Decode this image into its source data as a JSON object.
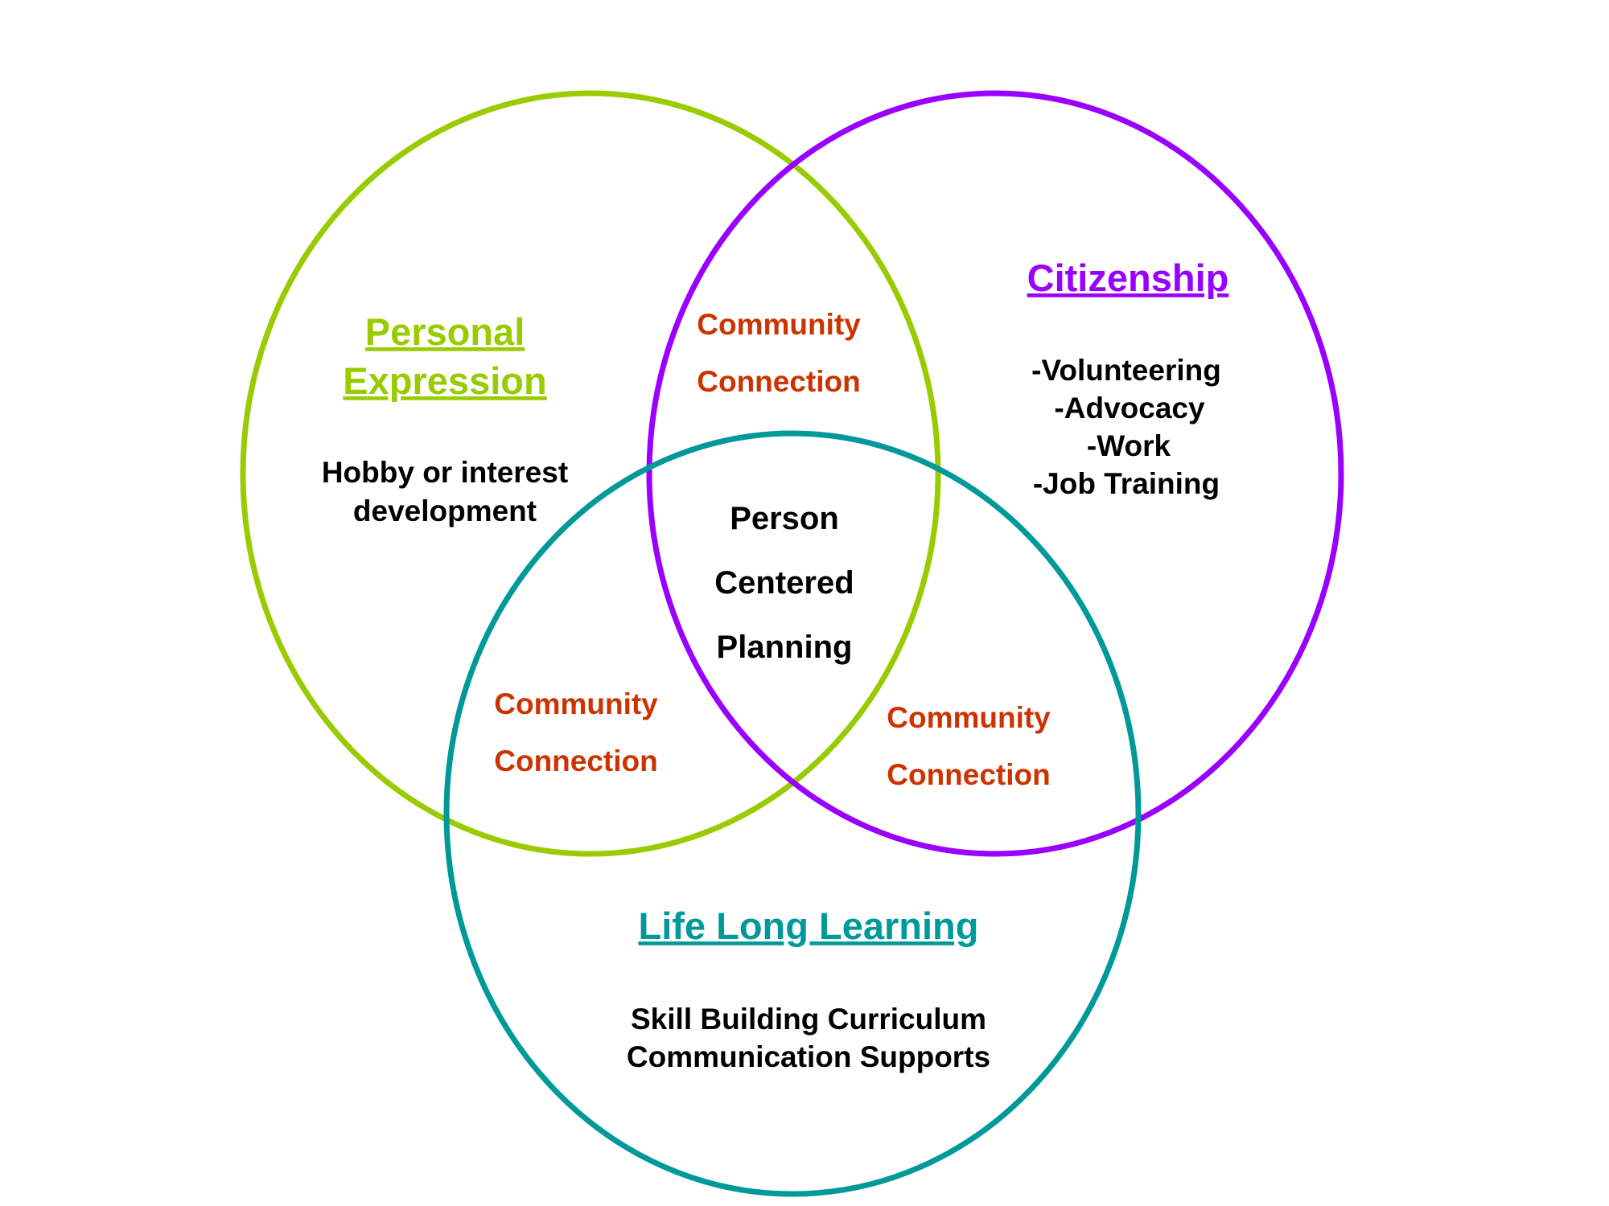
{
  "colors": {
    "personal": "#99cc00",
    "citizenship": "#9900ff",
    "learning": "#009999",
    "connection": "#cc3300",
    "text": "#000000"
  },
  "personal_expression": {
    "title_line1": "Personal",
    "title_line2": "Expression",
    "desc_line1": "Hobby or interest",
    "desc_line2": "development"
  },
  "citizenship": {
    "title": "Citizenship",
    "items": [
      "-Volunteering",
      "-Advocacy",
      "-Work",
      "-Job Training"
    ]
  },
  "life_long_learning": {
    "title": "Life Long Learning",
    "desc_line1": "Skill Building Curriculum",
    "desc_line2": "Communication Supports"
  },
  "center": {
    "line1": "Person",
    "line2": "Centered",
    "line3": "Planning"
  },
  "connections": {
    "top": {
      "line1": "Community",
      "line2": "Connection"
    },
    "left": {
      "line1": "Community",
      "line2": "Connection"
    },
    "right": {
      "line1": "Community",
      "line2": "Connection"
    }
  }
}
